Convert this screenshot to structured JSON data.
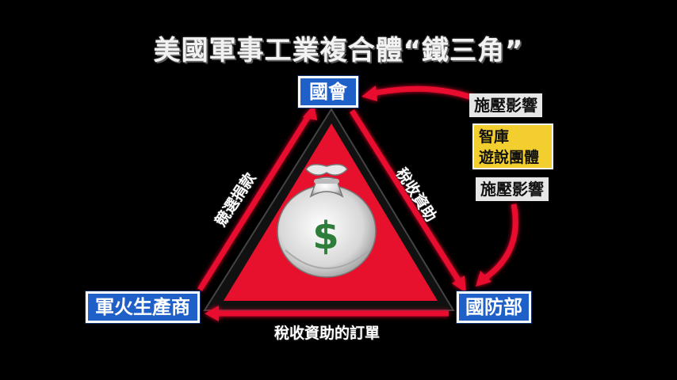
{
  "title": "美國軍事工業複合體“鐵三角”",
  "nodes": {
    "congress": "國會",
    "defense_industry": "軍火生產商",
    "dod": "國防部"
  },
  "edges": {
    "left": "競選捐款",
    "right": "稅收資助",
    "bottom": "稅收資助的訂單"
  },
  "side": {
    "pressure_top": "施壓影響",
    "pressure_bottom": "施壓影響",
    "thinktank_line1": "智庫",
    "thinktank_line2": "遊說團體"
  },
  "center": {
    "symbol": "$"
  },
  "colors": {
    "triangle_red": "#e8112d",
    "arrow_red": "#e8112d",
    "node_blue": "#1f5fc8",
    "thinktank_yellow": "#f2cf2e",
    "dollar_green": "#2f7d3a"
  }
}
